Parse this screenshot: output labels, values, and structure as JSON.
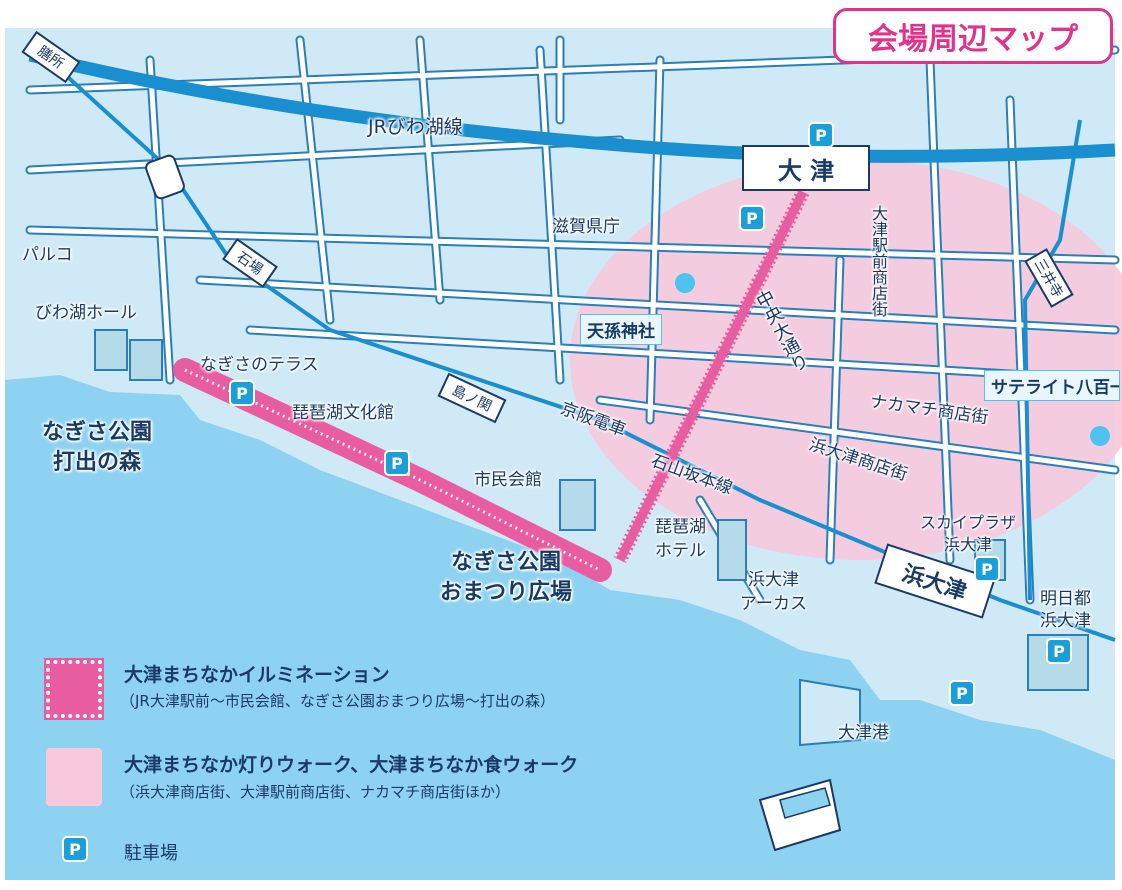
{
  "title": "会場周辺マップ",
  "stations": {
    "otsu": "大 津",
    "hama_otsu": "浜大津"
  },
  "rail_labels": {
    "jr": "JRびわ湖線",
    "keihan": "京阪電車",
    "ishiyama": "石山坂本線"
  },
  "stop_labels": {
    "zeze": "膳所",
    "ishiba": "石場",
    "shimanoseki": "島ノ関",
    "mitsudera": "三井寺"
  },
  "places": {
    "parco": "パルコ",
    "biwako_hall": "びわ湖ホール",
    "nagisa_terrace": "なぎさのテラス",
    "biwako_bunkakan": "琵琶湖文化館",
    "nagisa_park_uchide": "なぎさ公園\n打出の森",
    "shimin_kaikan": "市民会館",
    "nagisa_park_omatsuri": "なぎさ公園\nおまつり広場",
    "biwako_hotel": "琵琶湖\nホテル",
    "hama_otsu_arcus": "浜大津\nアーカス",
    "shiga_pref_office": "滋賀県庁",
    "tenson_shrine": "天孫神社",
    "satellite_yaoichi": "サテライト八百一",
    "sky_plaza": "スカイプラザ\n浜大津",
    "asuto": "明日都\n浜大津",
    "otsu_port": "大津港"
  },
  "streets": {
    "chuo_odori": "中央大通り",
    "otsu_ekimae_shotengai": "大津駅前商店街",
    "nakamachi": "ナカマチ商店街",
    "hama_otsu_shotengai": "浜大津商店街"
  },
  "parking_symbol": "P",
  "legend": {
    "illumination_title": "大津まちなかイルミネーション",
    "illumination_sub": "（JR大津駅前〜市民会館、なぎさ公園おまつり広場〜打出の森）",
    "walk_title": "大津まちなか灯りウォーク、大津まちなか食ウォーク",
    "walk_sub": "（浜大津商店街、大津駅前商店街、ナカマチ商店街ほか）",
    "parking_label": "駐車場"
  },
  "colors": {
    "background": "#cfe9f7",
    "lake": "#8ed2f2",
    "road_outline": "#2a7fb8",
    "rail": "#1a8fd0",
    "illumination": "#e85da0",
    "walk_area": "#f7c9db",
    "text": "#1a3a66",
    "title": "#e0338a",
    "parking": "#1a9fd8"
  }
}
